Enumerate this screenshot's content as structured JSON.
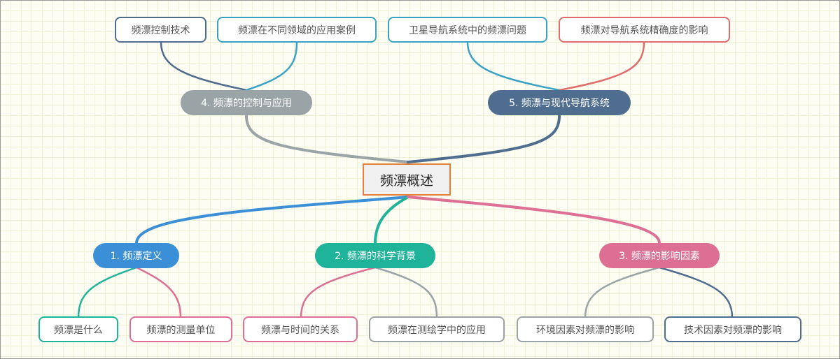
{
  "root": {
    "label": "频漂概述"
  },
  "colors": {
    "root_border": "#e0823d",
    "blue": "#3a8fd6",
    "teal": "#1fb39a",
    "pink": "#dc6f93",
    "gray": "#9aa3a6",
    "navy": "#4f6d8f",
    "cyan": "#3aa3c4",
    "red": "#e06c6c"
  },
  "branches": [
    {
      "id": "b1",
      "label": "1. 频漂定义",
      "color": "#3a8fd6",
      "children": [
        {
          "id": "b1c1",
          "label": "频漂是什么",
          "color": "#1fb39a"
        },
        {
          "id": "b1c2",
          "label": "频漂的测量单位",
          "color": "#dc6f93"
        }
      ]
    },
    {
      "id": "b2",
      "label": "2. 频漂的科学背景",
      "color": "#1fb39a",
      "children": [
        {
          "id": "b2c1",
          "label": "频漂与时间的关系",
          "color": "#dc6f93"
        },
        {
          "id": "b2c2",
          "label": "频漂在测绘学中的应用",
          "color": "#9aa3a6"
        }
      ]
    },
    {
      "id": "b3",
      "label": "3. 频漂的影响因素",
      "color": "#dc6f93",
      "children": [
        {
          "id": "b3c1",
          "label": "环境因素对频漂的影响",
          "color": "#9aa3a6"
        },
        {
          "id": "b3c2",
          "label": "技术因素对频漂的影响",
          "color": "#4f6d8f"
        }
      ]
    },
    {
      "id": "b4",
      "label": "4. 频漂的控制与应用",
      "color": "#9aa3a6",
      "children": [
        {
          "id": "b4c1",
          "label": "频漂控制技术",
          "color": "#4f6d8f"
        },
        {
          "id": "b4c2",
          "label": "频漂在不同领域的应用案例",
          "color": "#3aa3c4"
        }
      ]
    },
    {
      "id": "b5",
      "label": "5. 频漂与现代导航系统",
      "color": "#4f6d8f",
      "children": [
        {
          "id": "b5c1",
          "label": "卫星导航系统中的频漂问题",
          "color": "#3aa3c4"
        },
        {
          "id": "b5c2",
          "label": "频漂对导航系统精确度的影响",
          "color": "#e06c6c"
        }
      ]
    }
  ]
}
